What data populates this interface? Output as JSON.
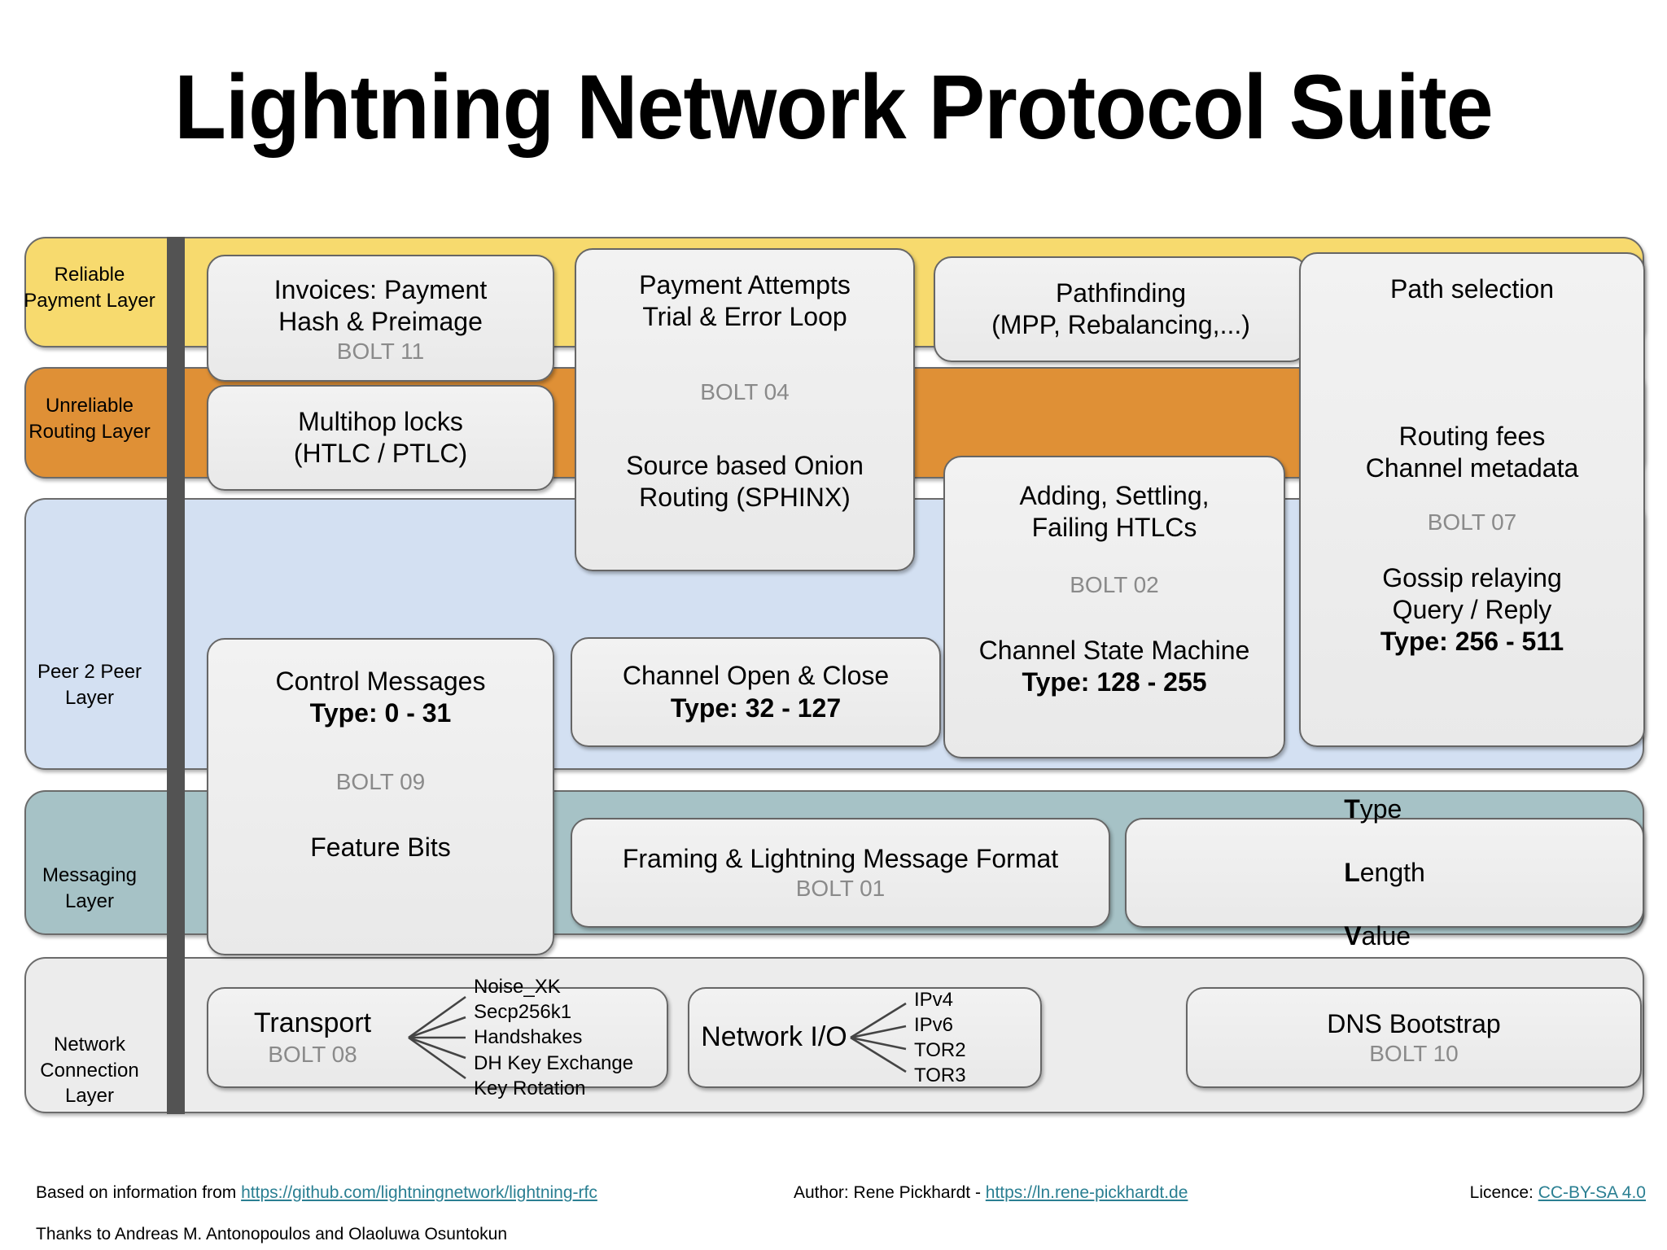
{
  "title": "Lightning Network Protocol Suite",
  "colors": {
    "reliable_payment": "#f7da6e",
    "unreliable_routing": "#df9036",
    "peer2peer": "#d3e0f2",
    "messaging": "#a6c2c6",
    "network_connection": "#ececec",
    "box_fill": "#efefef",
    "spine": "#535353",
    "bolt_text": "#8a8a8a",
    "link": "#2a7f92"
  },
  "layers": [
    {
      "id": "reliable-payment-layer",
      "label": "Reliable\nPayment\nLayer"
    },
    {
      "id": "unreliable-routing-layer",
      "label": "Unreliable\nRouting\nLayer"
    },
    {
      "id": "peer-2-peer-layer",
      "label": "Peer 2 Peer\nLayer"
    },
    {
      "id": "messaging-layer",
      "label": "Messaging\nLayer"
    },
    {
      "id": "network-connection-layer",
      "label": "Network\nConnection\nLayer"
    }
  ],
  "boxes": {
    "invoices": {
      "title": "Invoices: Payment\nHash & Preimage",
      "bolt": "BOLT 11"
    },
    "payment_attempts": {
      "title": "Payment Attempts\nTrial & Error Loop",
      "bolt": "BOLT 04",
      "title2": "Source based Onion\nRouting (SPHINX)"
    },
    "pathfinding": {
      "title": "Pathfinding\n(MPP, Rebalancing,...)"
    },
    "path_selection": {
      "title": "Path selection",
      "title2": "Routing fees\nChannel metadata",
      "bolt": "BOLT 07",
      "title3": "Gossip relaying\nQuery / Reply",
      "type": "Type: 256 - 511"
    },
    "multihop_locks": {
      "title": "Multihop locks\n(HTLC / PTLC)"
    },
    "htlcs": {
      "title": "Adding, Settling,\nFailing HTLCs",
      "bolt": "BOLT 02",
      "title2": "Channel State Machine",
      "type": "Type: 128 - 255"
    },
    "control_messages": {
      "title": "Control Messages",
      "type": "Type: 0 - 31",
      "bolt": "BOLT 09",
      "title2": "Feature Bits"
    },
    "channel_open_close": {
      "title": "Channel Open & Close",
      "type": "Type: 32 - 127"
    },
    "framing": {
      "title": "Framing & Lightning Message Format",
      "bolt": "BOLT 01"
    },
    "tlv": {
      "t": "T",
      "t_rest": "ype",
      "l": "L",
      "l_rest": "ength",
      "v": "V",
      "v_rest": "alue"
    },
    "transport": {
      "title": "Transport",
      "bolt": "BOLT 08",
      "items": "Noise_XK\nSecp256k1\nHandshakes\nDH Key Exchange\nKey Rotation"
    },
    "network_io": {
      "title": "Network I/O",
      "items": "IPv4\nIPv6\nTOR2\nTOR3"
    },
    "dns_bootstrap": {
      "title": "DNS Bootstrap",
      "bolt": "BOLT 10"
    }
  },
  "footer": {
    "based_on_prefix": "Based on information from ",
    "based_on_link": "https://github.com/lightningnetwork/lightning-rfc",
    "author_prefix": "Author: Rene Pickhardt - ",
    "author_link": "https://ln.rene-pickhardt.de",
    "licence_prefix": "Licence: ",
    "licence_link": "CC-BY-SA 4.0",
    "thanks": "Thanks to Andreas M. Antonopoulos and Olaoluwa Osuntokun"
  }
}
